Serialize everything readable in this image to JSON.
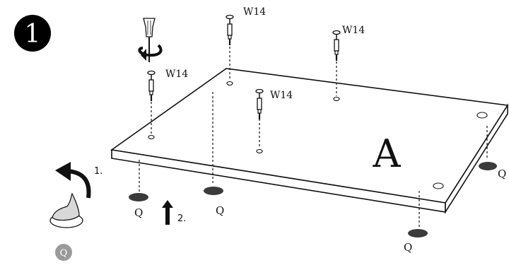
{
  "step": {
    "number": "1"
  },
  "screw_labels": {
    "w1": "W14",
    "w2": "W14",
    "w3": "W14",
    "w4": "W14"
  },
  "board_label": "A",
  "foot_labels": {
    "f1": "Q",
    "f2": "Q",
    "f3": "Q",
    "f4": "Q"
  },
  "steps": {
    "peel": "1.",
    "press": "2."
  },
  "part_badge": "Q",
  "colors": {
    "ink": "#111111",
    "felt": "#3a3a3a",
    "badge": "#9a9a9a",
    "badge_text": "#ffffff"
  },
  "icons": [
    "screwdriver-icon",
    "rotate-arrow-icon",
    "curved-arrow-icon",
    "up-arrow-icon",
    "felt-pad-icon"
  ]
}
